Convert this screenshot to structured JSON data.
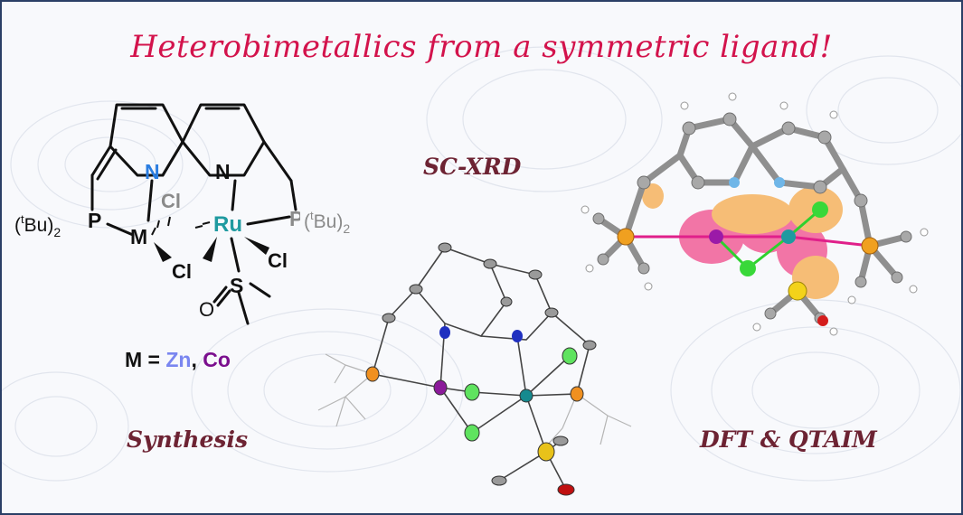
{
  "title": "Heterobimetallics from a symmetric ligand!",
  "labels": {
    "synthesis": "Synthesis",
    "scxrd": "SC-XRD",
    "dft": "DFT & QTAIM"
  },
  "scheme": {
    "atoms": {
      "N1": "N",
      "N2": "N",
      "Ru": "Ru",
      "M": "M",
      "P": "P",
      "S": "S",
      "O": "O",
      "Cl1": "Cl",
      "Cl2": "Cl",
      "Cl3": "Cl",
      "tBu": "Bu",
      "t": "t",
      "sub2": "2",
      "lpar": "(",
      "rpar": ")"
    },
    "metal_line": {
      "prefix": "M = ",
      "zn": "Zn",
      "sep": ", ",
      "co": "Co"
    }
  },
  "colors": {
    "title": "#d3134c",
    "labels": "#6d2333",
    "frame": "#2b3f66",
    "nitrogen": "#2a7de1",
    "ruthenium": "#1f9aa0",
    "phosphorus_grey": "#8a8a8a",
    "zinc": "#7a86f0",
    "cobalt": "#7b0f8e",
    "carbon": "#9a9a9a",
    "chlorine": "#4fd44f",
    "sulfur": "#e8c21a",
    "oxygen": "#d41c1c",
    "density_pink": "#f04a8a",
    "density_orange": "#f6a94a"
  }
}
